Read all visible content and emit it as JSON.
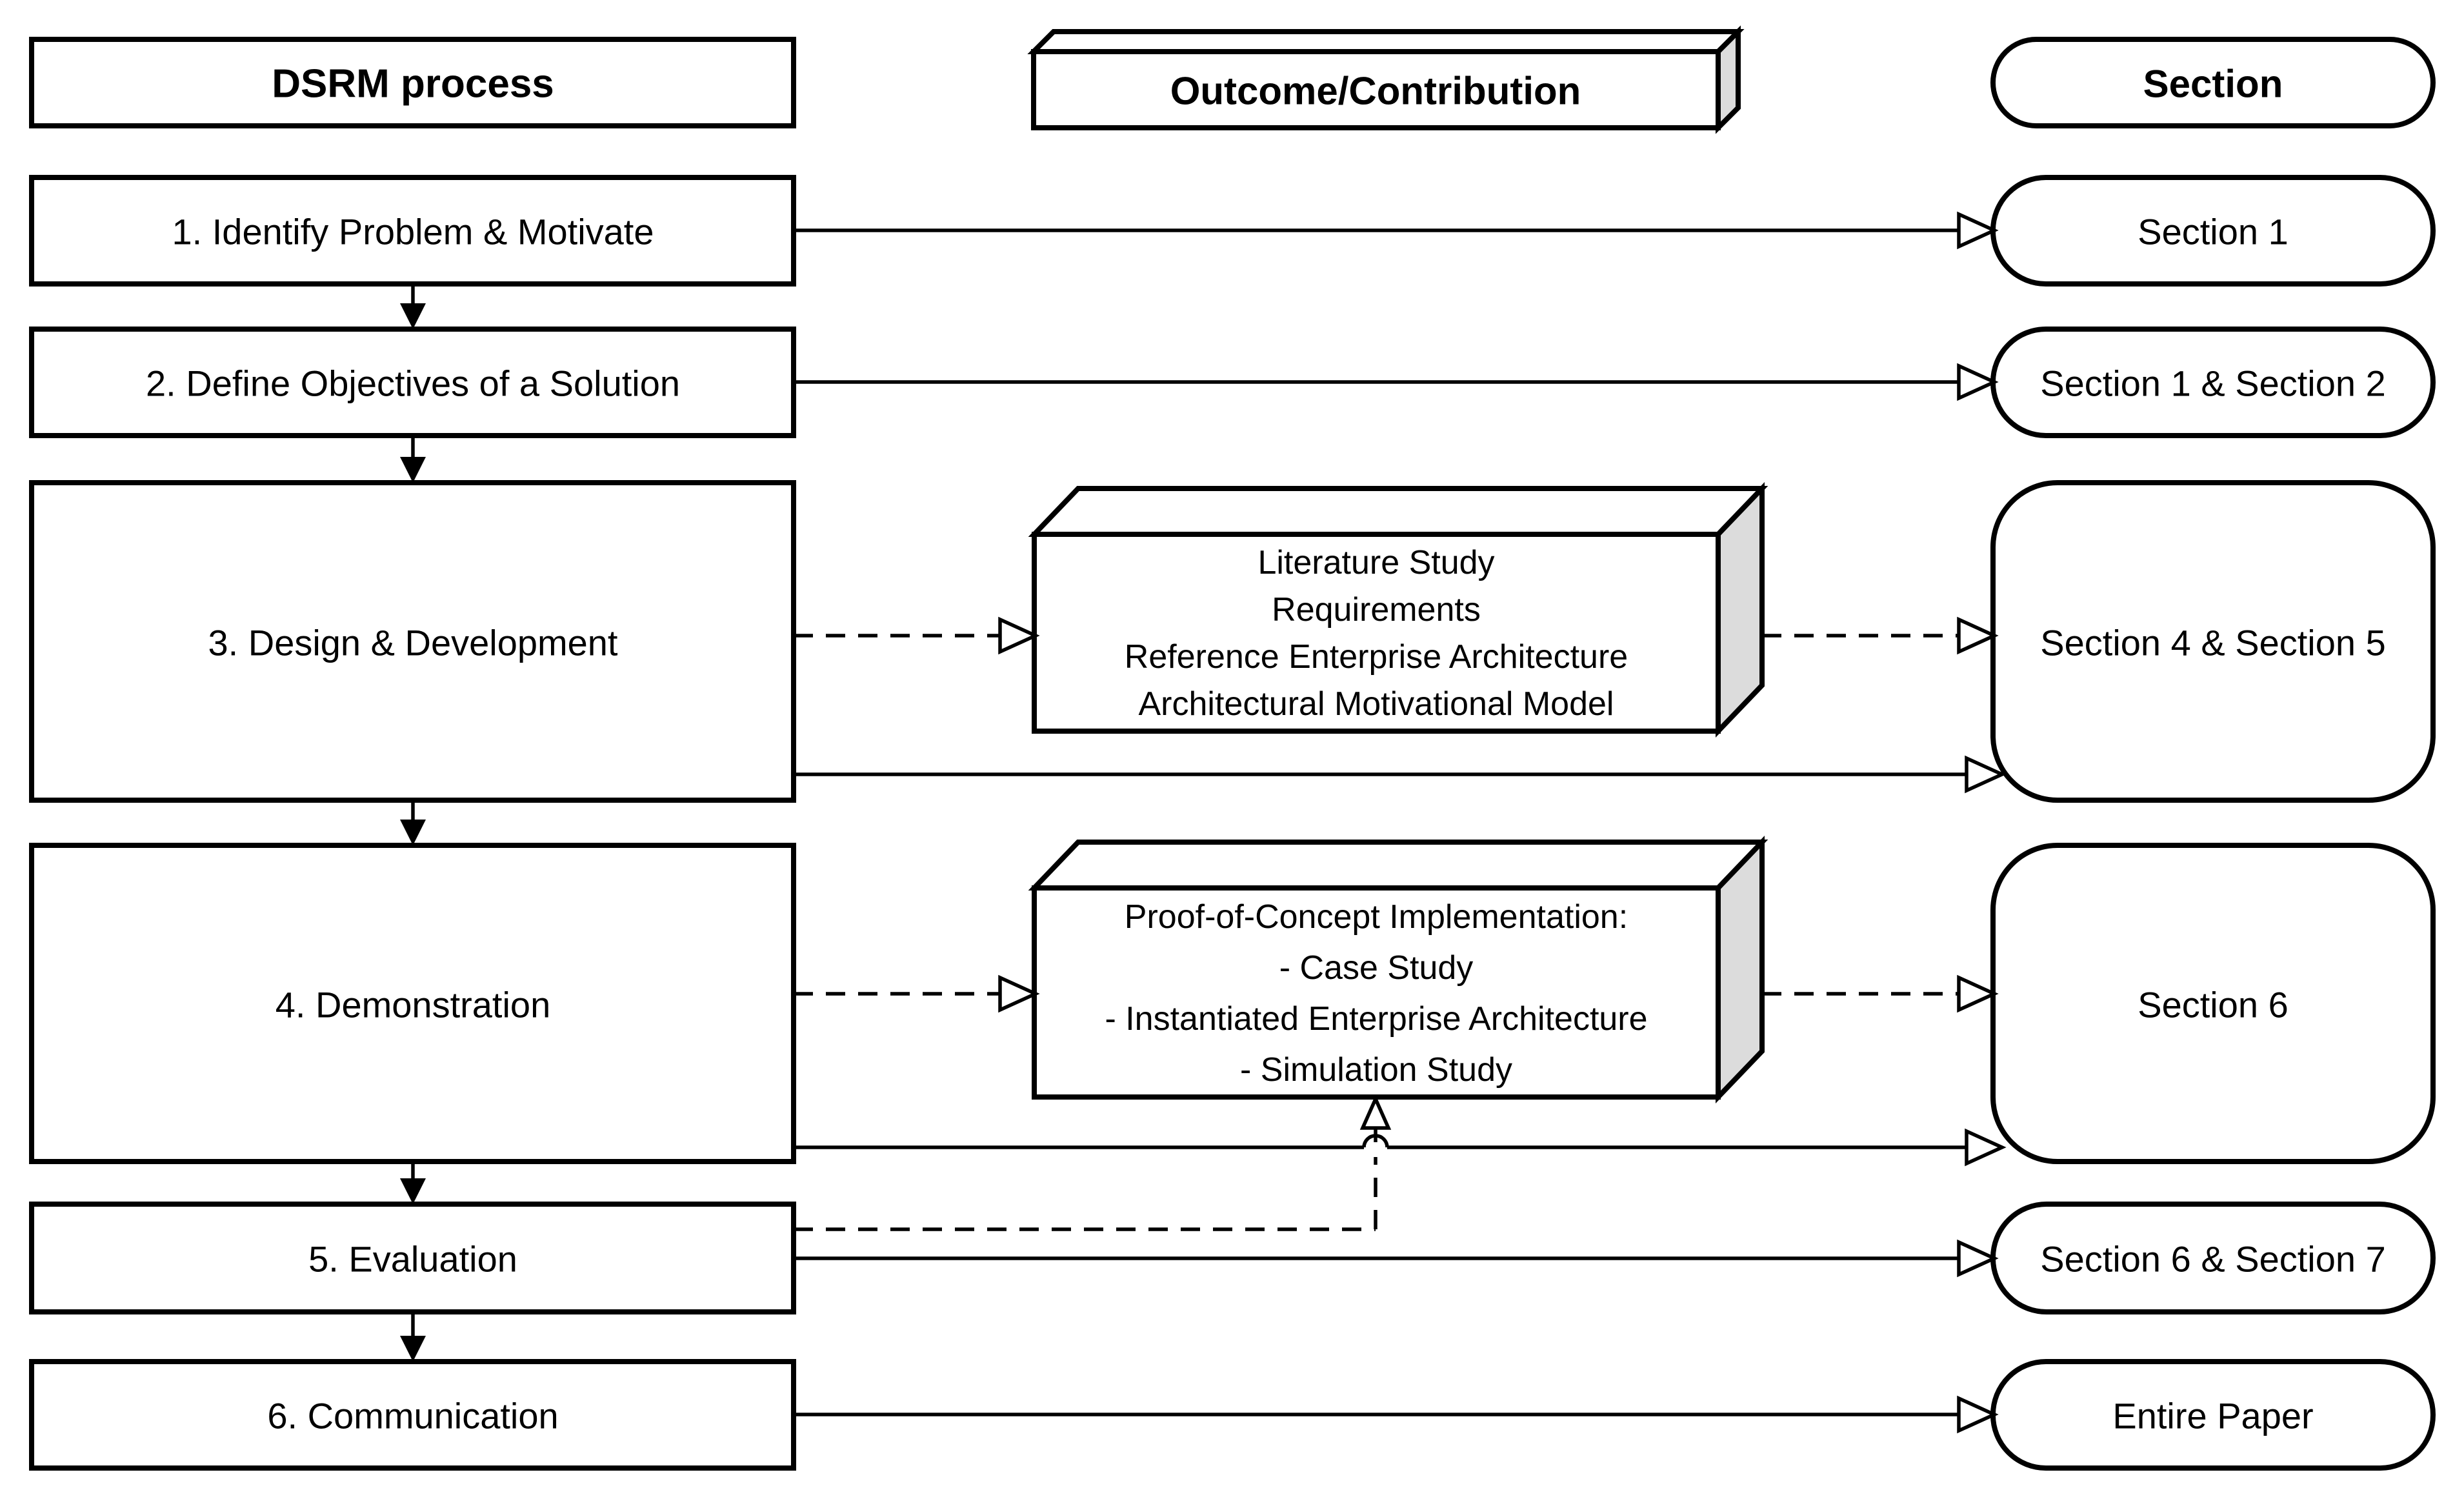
{
  "diagram": {
    "title_row": {
      "dsrm": "DSRM process",
      "outcome": "Outcome/Contribution",
      "section": "Section"
    },
    "process_steps": [
      "1. Identify Problem & Motivate",
      "2. Define Objectives of a Solution",
      "3. Design & Development",
      "4. Demonstration",
      "5. Evaluation",
      "6. Communication"
    ],
    "outcome_boxes": [
      {
        "lines": [
          "Literature Study",
          "Requirements",
          "Reference Enterprise Architecture",
          "Architectural Motivational Model"
        ]
      },
      {
        "lines": [
          "Proof-of-Concept Implementation:",
          "- Case Study",
          "- Instantiated Enterprise Architecture",
          "- Simulation Study"
        ]
      }
    ],
    "section_boxes": [
      "Section 1",
      "Section 1 & Section 2",
      "Section 4 & Section 5",
      "Section 6",
      "Section 6 & Section 7",
      "Entire Paper"
    ],
    "colors": {
      "line": "#000000",
      "box_fill": "#ffffff",
      "side_face_fill": "#dcdcdc",
      "background": "#ffffff"
    }
  }
}
